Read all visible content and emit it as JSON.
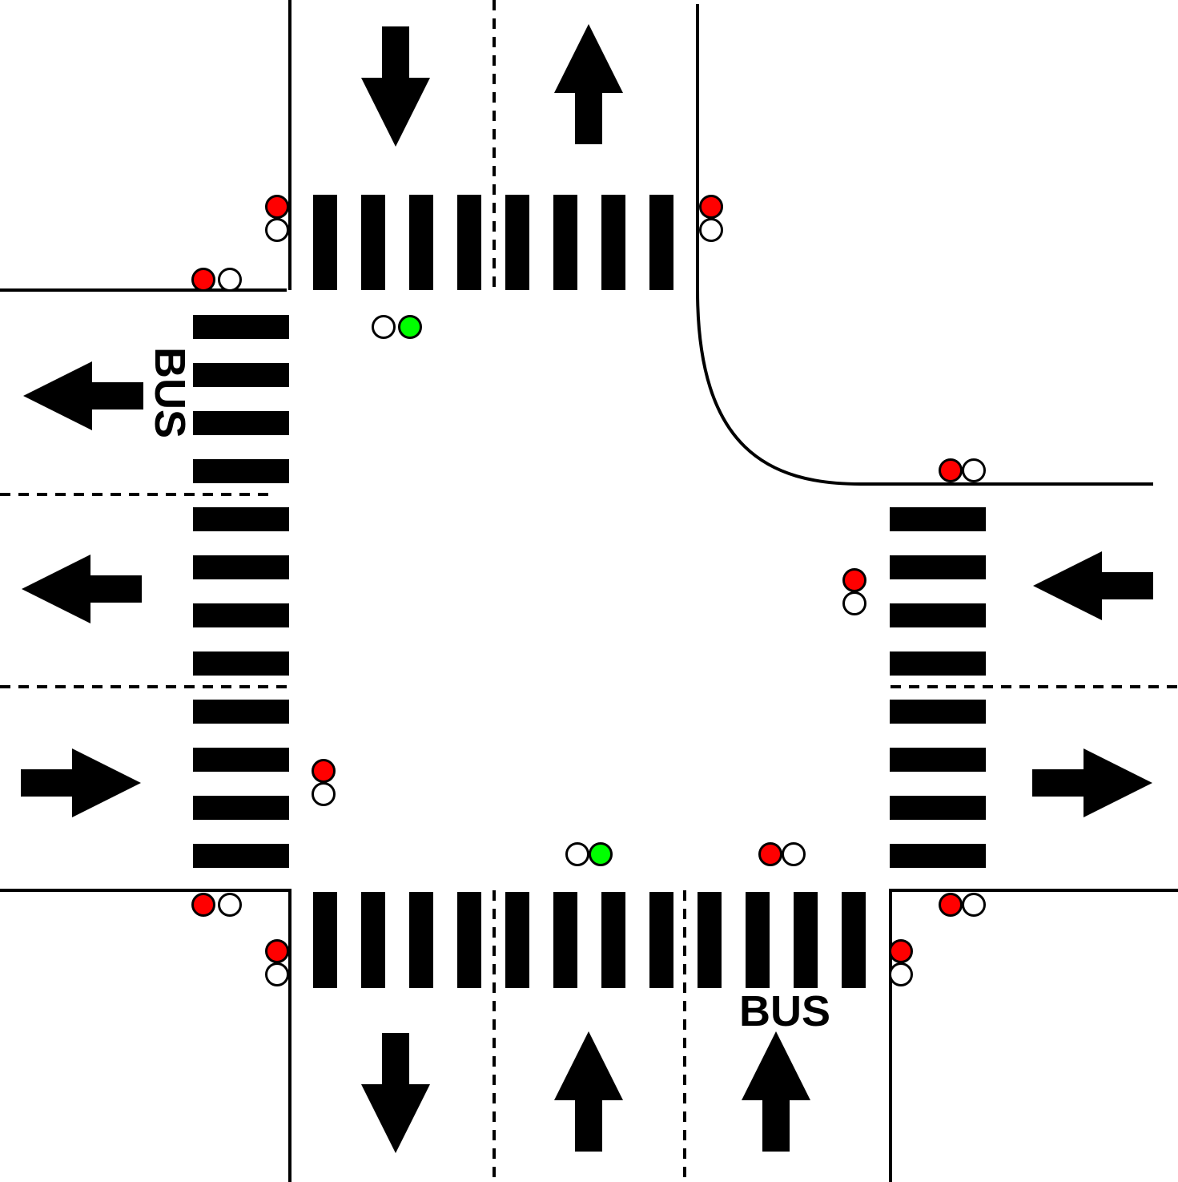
{
  "colors": {
    "signal_red": "#ff0000",
    "signal_green": "#00ff00",
    "signal_off": "#ffffff"
  },
  "labels": {
    "west_bus_lane": "BUS",
    "south_bus_lane": "BUS"
  },
  "lane_arrows": {
    "north_inbound": "arrow-down-icon",
    "north_outbound": "arrow-up-icon",
    "west_bus_outbound": "arrow-left-icon",
    "west_outbound": "arrow-left-icon",
    "west_inbound": "arrow-right-icon",
    "east_inbound": "arrow-left-icon",
    "east_outbound": "arrow-right-icon",
    "south_outbound": "arrow-down-icon",
    "south_inbound": "arrow-up-icon",
    "south_bus_inbound": "arrow-up-icon"
  },
  "signals": {
    "north_crosswalk_west": "red",
    "north_crosswalk_east": "red",
    "west_crosswalk_north": "red",
    "north_approach": "green",
    "east_crosswalk_north": "red",
    "east_approach": "red",
    "west_approach": "red",
    "west_crosswalk_south": "red",
    "south_approach": "green",
    "south_bus_lane": "red",
    "east_crosswalk_south": "red",
    "south_crosswalk_west": "red",
    "south_crosswalk_east": "red"
  }
}
